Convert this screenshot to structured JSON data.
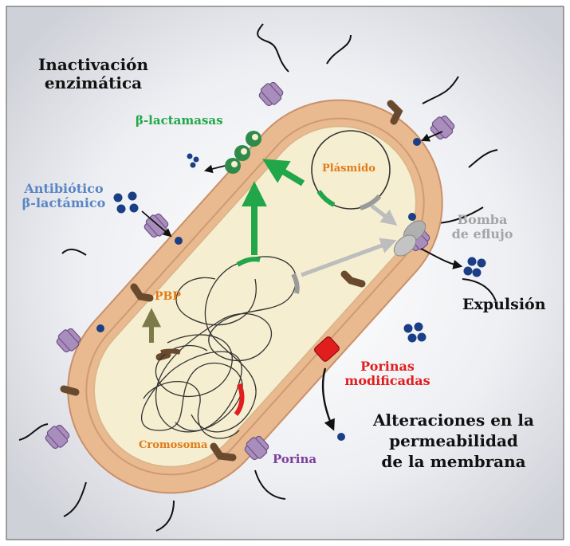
{
  "labels": {
    "enzymatic_line1": "Inactivación",
    "enzymatic_line2": "enzimática",
    "betalactamases": "β-lactamasas",
    "antibiotic_line1": "Antibiótico",
    "antibiotic_line2": "β-lactámico",
    "plasmid": "Plásmido",
    "efflux_line1": "Bomba",
    "efflux_line2": "de eflujo",
    "expulsion": "Expulsión",
    "pbp": "PBP",
    "modified_porins_line1": "Porinas",
    "modified_porins_line2": "modificadas",
    "alterations_line1": "Alteraciones en la",
    "alterations_line2": "permeabilidad",
    "alterations_line3": "de la membrana",
    "chromosome": "Cromosoma",
    "porin": "Porina"
  },
  "colors": {
    "black_text": "#111111",
    "green": "#22a64a",
    "blue_text": "#5a86c4",
    "orange_text": "#e07b1a",
    "gray_text": "#a5a5a5",
    "red_text": "#e01e1e",
    "purple_text": "#7a3f9c",
    "outer_membrane": "#e9b990",
    "cytoplasm": "#f7f0cf",
    "porin": "#a98dbd",
    "antibiotic": "#1a3f86",
    "pbp": "#6a4a2e",
    "efflux": "#b0b0b0"
  }
}
